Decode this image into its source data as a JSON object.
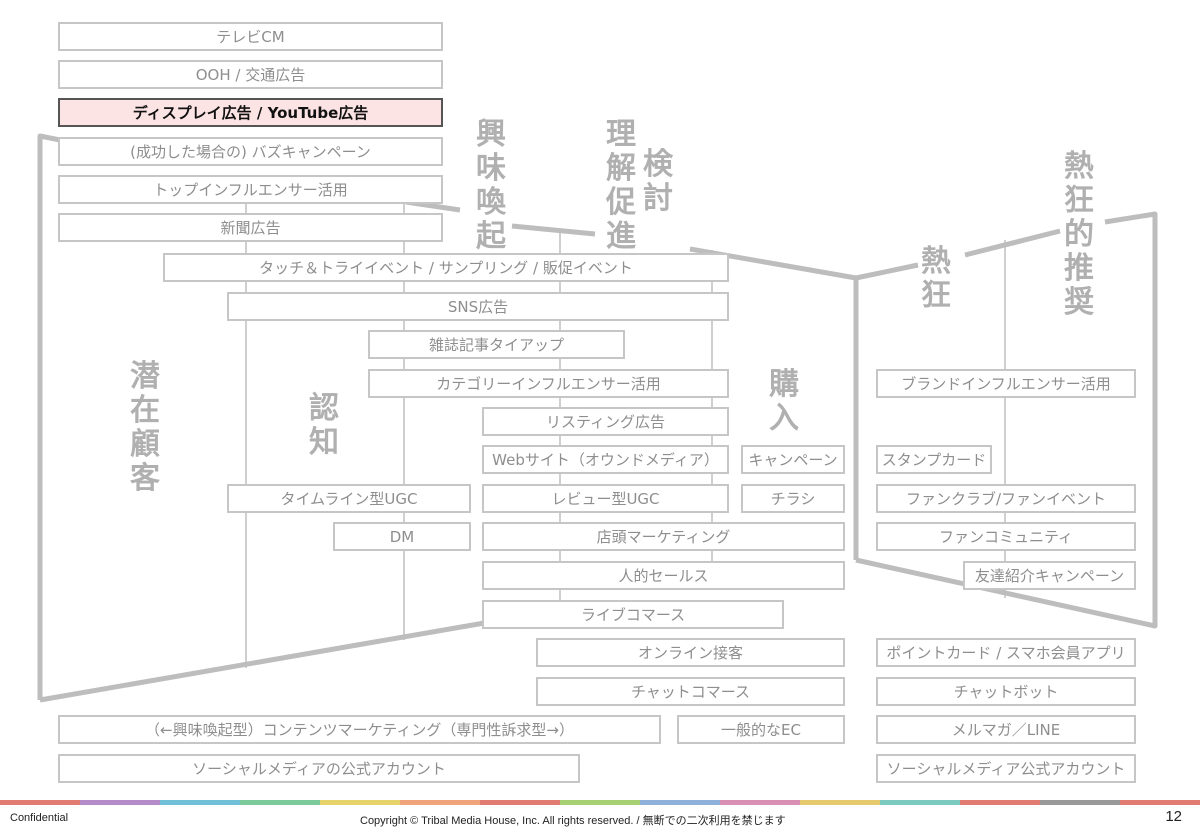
{
  "boxes": {
    "tvcm": "テレビCM",
    "ooh": "OOH / 交通広告",
    "display": "ディスプレイ広告 / YouTube広告",
    "buzz": "(成功した場合の) バズキャンペーン",
    "top_influencer": "トップインフルエンサー活用",
    "newspaper": "新聞広告",
    "touch_try": "タッチ＆トライイベント / サンプリング / 販促イベント",
    "sns_ad": "SNS広告",
    "magazine": "雑誌記事タイアップ",
    "category_influencer": "カテゴリーインフルエンサー活用",
    "listing": "リスティング広告",
    "website": "Webサイト（オウンドメディア）",
    "campaign": "キャンペーン",
    "timeline_ugc": "タイムライン型UGC",
    "review_ugc": "レビュー型UGC",
    "flyer": "チラシ",
    "dm": "DM",
    "store_marketing": "店頭マーケティング",
    "personal_sales": "人的セールス",
    "live_commerce": "ライブコマース",
    "online_service": "オンライン接客",
    "chat_commerce": "チャットコマース",
    "content_marketing": "（←興味喚起型）コンテンツマーケティング（専門性訴求型→）",
    "general_ec": "一般的なEC",
    "sns_official_left": "ソーシャルメディアの公式アカウント",
    "brand_influencer": "ブランドインフルエンサー活用",
    "stamp_card": "スタンプカード",
    "fanclub": "ファンクラブ/ファンイベント",
    "fan_community": "ファンコミュニティ",
    "referral": "友達紹介キャンペーン",
    "point_card": "ポイントカード / スマホ会員アプリ",
    "chatbot": "チャットボット",
    "mailmag": "メルマガ／LINE",
    "sns_official_right": "ソーシャルメディア公式アカウント"
  },
  "stages": {
    "latent": "潜\n在\n顧\n客",
    "awareness": "認\n知",
    "interest": "興\n味\n喚\n起",
    "understanding": "理\n解\n促\n進",
    "consideration": "検\n討",
    "purchase": "購\n入",
    "enthusiasm": "熱\n狂",
    "advocacy": "熱\n狂\n的\n推\n奨"
  },
  "footer": {
    "confidential": "Confidential",
    "copyright": "Copyright © Tribal Media House, Inc. All rights reserved. / 無断での二次利用を禁じます",
    "page": "12",
    "stripe_colors": [
      "#e07a72",
      "#b58ac9",
      "#6fbfd6",
      "#7cc99a",
      "#e6d36a",
      "#f0a37a",
      "#e07a72",
      "#a7cf73",
      "#8fb0d8",
      "#d88fb3",
      "#e6c96a",
      "#7cc9c0",
      "#e07a72",
      "#9a9a9a",
      "#e07a72"
    ]
  },
  "colors": {
    "highlight_fill": "#fde4e4",
    "funnel_line": "#bdbdbd",
    "stage_label": "#b0b0b0"
  }
}
